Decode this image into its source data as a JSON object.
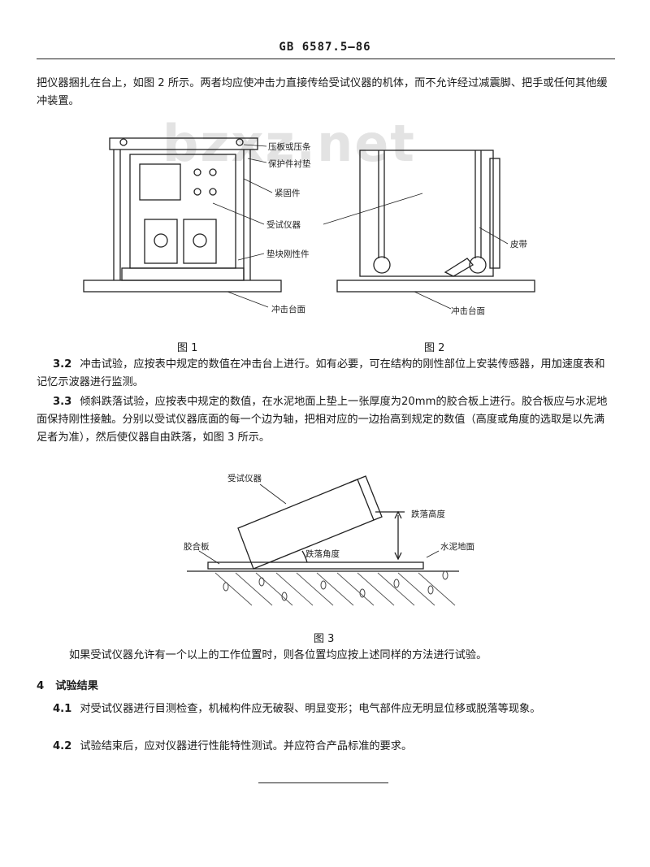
{
  "header": {
    "standard_no": "GB 6587.5—86"
  },
  "watermark": "bzxz.net",
  "intro": "把仪器捆扎在台上，如图 2 所示。两者均应使冲击力直接传给受试仪器的机体，而不允许经过减震脚、把手或任何其他缓冲装置。",
  "fig1": {
    "caption": "图 1",
    "labels": [
      "压板或压条",
      "保护件衬垫",
      "紧固件",
      "受试仪器",
      "垫块刚性件",
      "冲击台面"
    ]
  },
  "fig2": {
    "caption": "图 2",
    "labels": [
      "皮带",
      "冲击台面"
    ]
  },
  "s3_2": {
    "num": "3.2",
    "text": "冲击试验，应按表中规定的数值在冲击台上进行。如有必要，可在结构的刚性部位上安装传感器，用加速度表和记忆示波器进行监测。"
  },
  "s3_3": {
    "num": "3.3",
    "text": "倾斜跌落试验，应按表中规定的数值，在水泥地面上垫上一张厚度为20mm的胶合板上进行。胶合板应与水泥地面保持刚性接触。分别以受试仪器底面的每一个边为轴，把相对应的一边抬高到规定的数值（高度或角度的选取是以先满足者为准），然后使仪器自由跌落，如图 3 所示。"
  },
  "fig3": {
    "caption": "图 3",
    "labels": [
      "受试仪器",
      "跌落高度",
      "胶合板",
      "跌落角度",
      "水泥地面"
    ]
  },
  "after_fig3": "如果受试仪器允许有一个以上的工作位置时，则各位置均应按上述同样的方法进行试验。",
  "section4": {
    "num": "4",
    "title": "试验结果",
    "items": [
      {
        "num": "4.1",
        "text": "对受试仪器进行目测检查，机械构件应无破裂、明显变形；电气部件应无明显位移或脱落等现象。"
      },
      {
        "num": "4.2",
        "text": "试验结束后，应对仪器进行性能特性测试。并应符合产品标准的要求。"
      }
    ]
  }
}
